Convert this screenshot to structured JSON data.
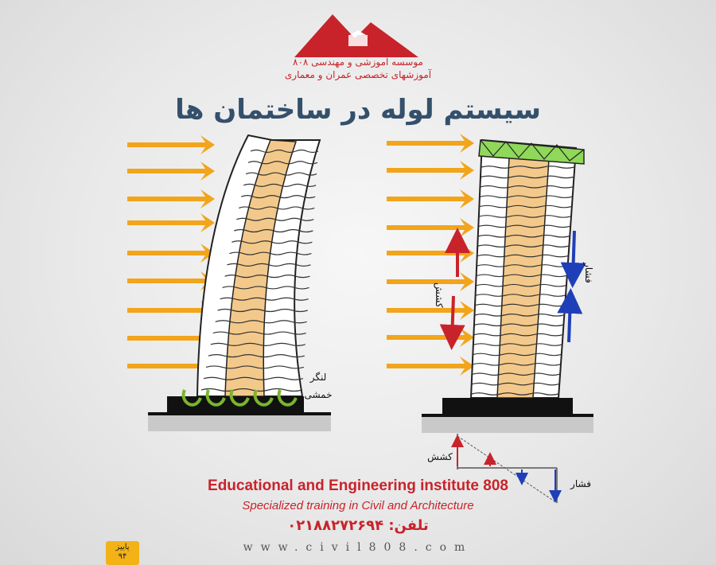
{
  "logo": {
    "line1": "موسسه آموزشی و مهندسی ۸۰۸",
    "line2": "آموزشهای تخصصی عمران و معماری"
  },
  "title": "سیستم لوله در ساختمان ها",
  "labels": {
    "overturning_moment": "لنگر",
    "bending": "خمشی",
    "tension": "کشش",
    "compression": "فشار"
  },
  "footer": {
    "en_title": "Educational and Engineering institute 808",
    "en_subtitle": "Specialized training in Civil and Architecture",
    "phone": "تلفن: ۰۲۱۸۸۲۷۲۶۹۴",
    "website": "www.civil808.com",
    "season_line1": "پاییز",
    "season_line2": "۹۴"
  },
  "colors": {
    "wind_arrow": "#f2a51a",
    "brand_red": "#c8232b",
    "compression_blue": "#1f3fb8",
    "moment_green": "#7ab52c",
    "core": "#f3c98b",
    "title": "#34506b"
  }
}
